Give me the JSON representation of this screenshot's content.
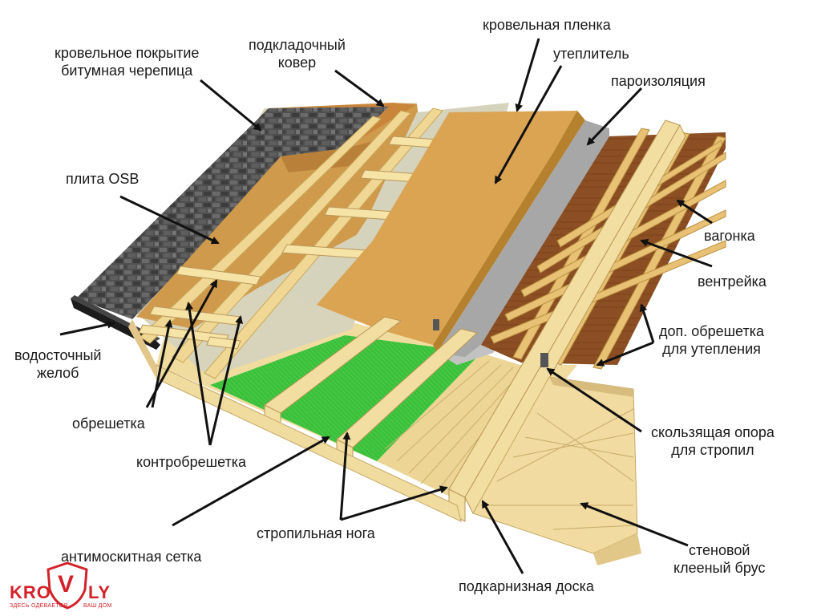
{
  "labels": {
    "bitumen_roof": [
      "кровельное покрытие",
      "битумная черепица"
    ],
    "underlay_carpet": [
      "подкладочный",
      "ковер"
    ],
    "roof_film": "кровельная пленка",
    "insulation": "утеплитель",
    "vapor_barrier": "пароизоляция",
    "osb": "плита OSB",
    "lining": "вагонка",
    "vent_strip": "вентрейка",
    "extra_battens": [
      "доп. обрешетка",
      "для утепления"
    ],
    "gutter": [
      "водосточный",
      "желоб"
    ],
    "battens": "обрешетка",
    "sliding_support": [
      "скользящая опора",
      "для стропил"
    ],
    "counter_battens": "контробрешетка",
    "rafter": "стропильная нога",
    "wall_beam": [
      "стеновой",
      "клееный брус"
    ],
    "insect_net": "антимоскитная сетка",
    "eaves_board": "подкарнизная доска"
  },
  "logo": {
    "left": "KRO",
    "mark": "V",
    "right": "LY",
    "sub_left": "ЗДЕСЬ ОДЕВАЕТСЯ",
    "sub_right": "ВАШ ДОМ"
  },
  "colors": {
    "shingle": "#4a4a4a",
    "osb": "#d09a4c",
    "batten": "#f3dd9a",
    "film": "#d6d3bd",
    "insulation": "#dca552",
    "vapor": "#a9a9a9",
    "wood_lining": "#9a5b2c",
    "net": "#3fbf3f",
    "beam": "#f1dca0",
    "logo_red": "#d2232a"
  }
}
